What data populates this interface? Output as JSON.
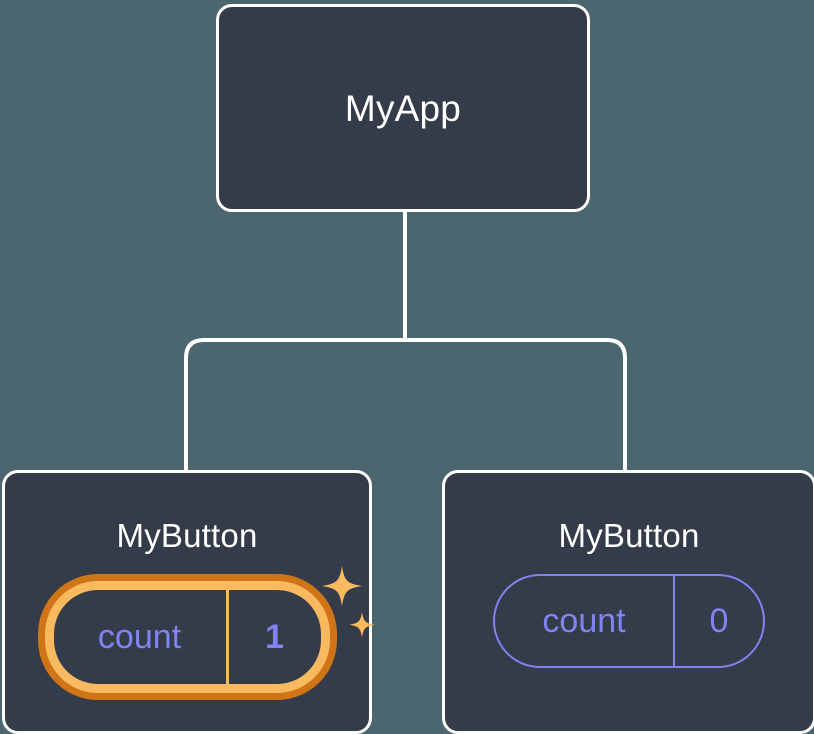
{
  "diagram": {
    "type": "component-tree",
    "background_color": "#4c666f",
    "node_fill_color": "#343b49",
    "node_border_color": "#ffffff",
    "connector_color": "#ffffff",
    "accent_color": "#8183f0",
    "highlight_outer_color": "#cf7518",
    "highlight_inner_color": "#f9b95f"
  },
  "root": {
    "title": "MyApp"
  },
  "children": [
    {
      "title": "MyButton",
      "state": {
        "key": "count",
        "value": "1"
      },
      "highlighted": true,
      "sparkle_count": 2
    },
    {
      "title": "MyButton",
      "state": {
        "key": "count",
        "value": "0"
      },
      "highlighted": false,
      "sparkle_count": 0
    }
  ]
}
